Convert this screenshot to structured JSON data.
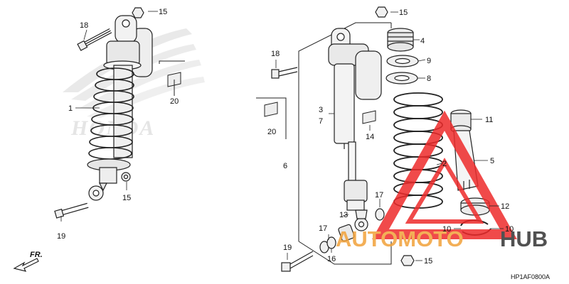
{
  "diagram_code": "HP1AF0800A",
  "front_indicator": "FR.",
  "watermark": {
    "part1": "AUTOMOTO",
    "part2": "HUB",
    "color1": "#f2a23a",
    "color2": "#333333",
    "triangle_color": "#ee2b2b"
  },
  "brand_watermark": "HONDA",
  "callouts": {
    "c1": "1",
    "c2": "2",
    "c3": "3",
    "c4": "4",
    "c5": "5",
    "c6": "6",
    "c7": "7",
    "c8": "8",
    "c9": "9",
    "c10a": "10",
    "c10b": "10",
    "c11": "11",
    "c12": "12",
    "c13": "13",
    "c14": "14",
    "c15a": "15",
    "c15b": "15",
    "c15c": "15",
    "c15d": "15",
    "c16": "16",
    "c17a": "17",
    "c17b": "17",
    "c18a": "18",
    "c18b": "18",
    "c19a": "19",
    "c19b": "19",
    "c20a": "20",
    "c20b": "20"
  }
}
